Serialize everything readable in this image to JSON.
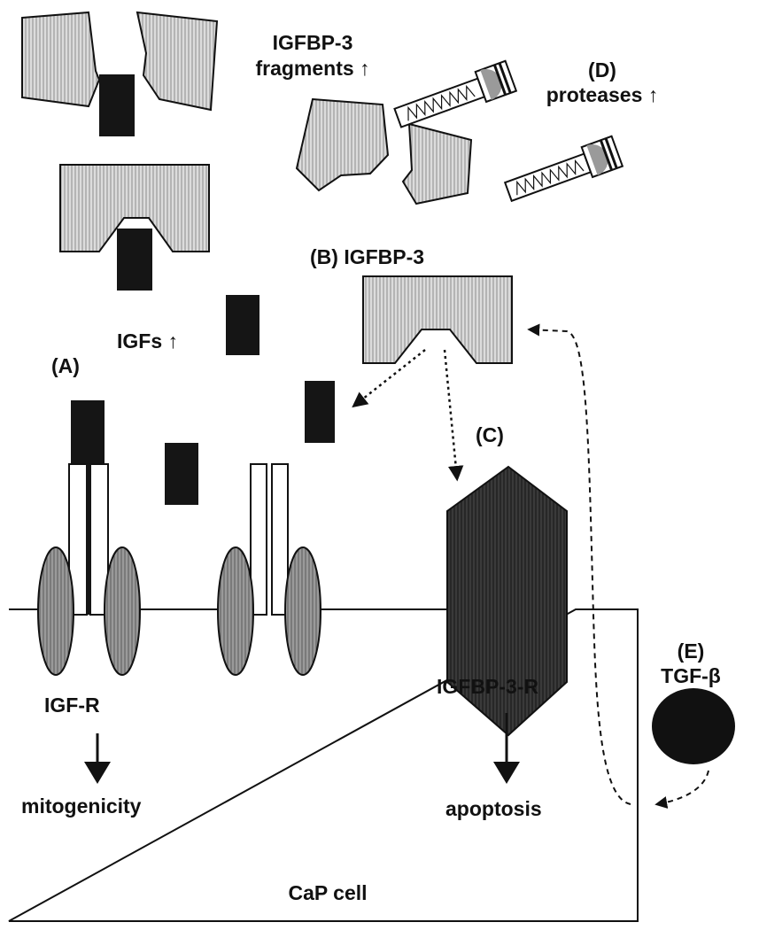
{
  "labels": {
    "igfbp3_fragments_line1": "IGFBP-3",
    "igfbp3_fragments_line2": "fragments ↑",
    "d_letter": "(D)",
    "d_text": "proteases ↑",
    "b_label": "(B) IGFBP-3",
    "igfs": "IGFs ↑",
    "a_letter": "(A)",
    "c_letter": "(C)",
    "e_letter": "(E)",
    "e_text": "TGF-β",
    "igf_r": "IGF-R",
    "igfbp3_r": "IGFBP-3-R",
    "mitogenicity": "mitogenicity",
    "apoptosis": "apoptosis",
    "cell": "CaP cell"
  },
  "colors": {
    "ink": "#111111",
    "igf": "#151515",
    "igfbp3_fill": "#d4d4d4",
    "receptor_fill": "#8a8a8a",
    "igfbp3r_fill": "#3a3a3a",
    "tgf_fill": "#111111"
  }
}
